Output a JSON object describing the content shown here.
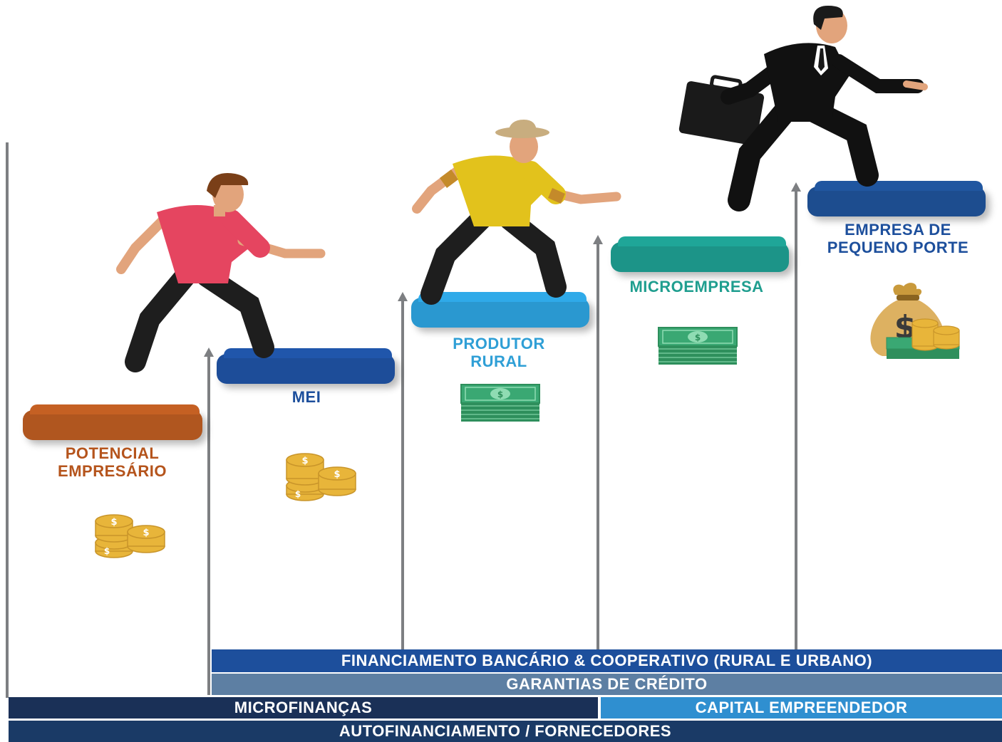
{
  "stages": [
    {
      "id": "potencial",
      "label": "POTENCIAL\nEMPRESÁRIO",
      "color": "#b5541c"
    },
    {
      "id": "mei",
      "label": "MEI",
      "color": "#1d4f9c"
    },
    {
      "id": "produtor",
      "label": "PRODUTOR\nRURAL",
      "color": "#2f9fd6"
    },
    {
      "id": "microempresa",
      "label": "MICROEMPRESA",
      "color": "#1f9e8f"
    },
    {
      "id": "epp",
      "label": "EMPRESA DE\nPEQUENO PORTE",
      "color": "#1d4f9c"
    }
  ],
  "bars": {
    "financiamento": "FINANCIAMENTO BANCÁRIO & COOPERATIVO (RURAL E URBANO)",
    "garantias": "GARANTIAS DE CRÉDITO",
    "microfinancas": "MICROFINANÇAS",
    "capital": "CAPITAL EMPREENDEDOR",
    "autofinanciamento": "AUTOFINANCIAMENTO / FORNECEDORES"
  },
  "colors": {
    "bar_navy": "#1a3a66",
    "bar_blue": "#1d4f9c",
    "bar_steel": "#5d7fa3",
    "bar_light_blue": "#2f8fd0",
    "guide_gray": "#7d7f82"
  }
}
